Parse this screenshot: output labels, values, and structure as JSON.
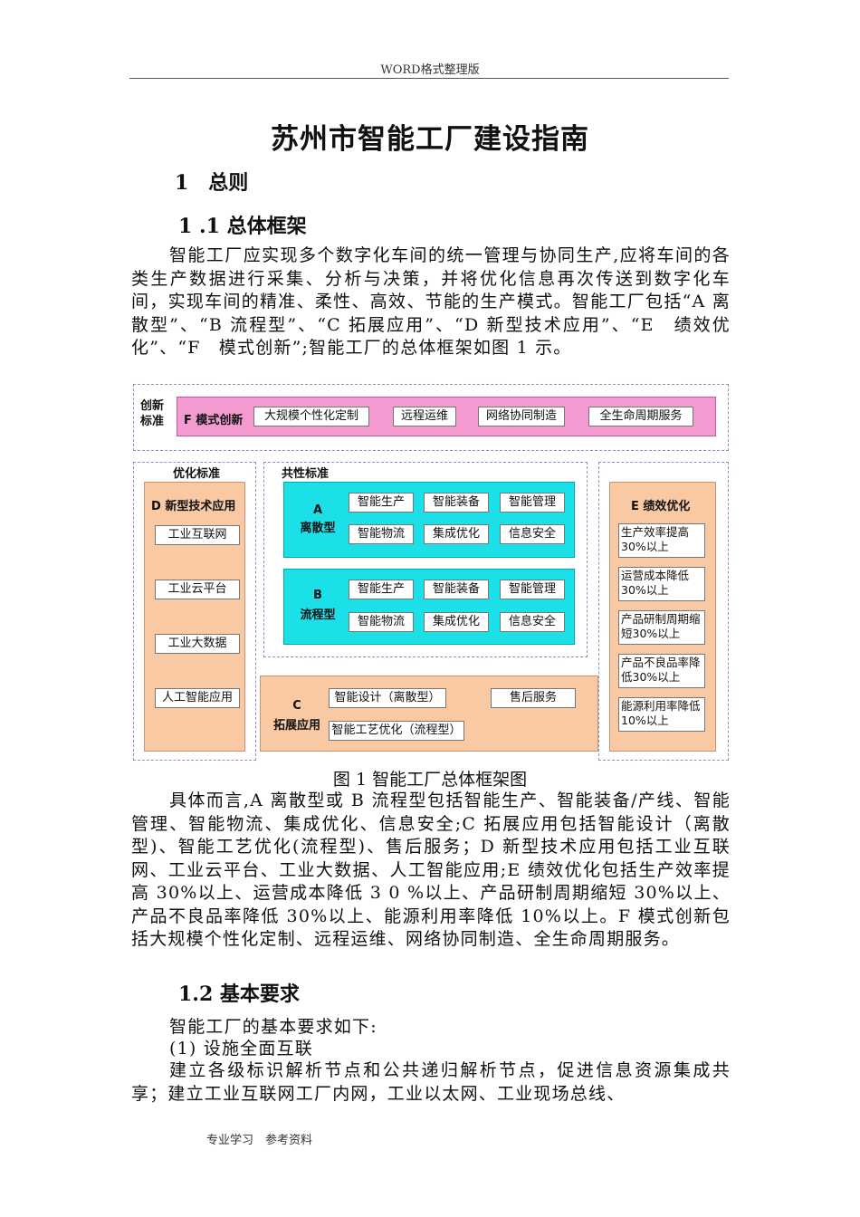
{
  "header": "WORD格式整理版",
  "title": "苏州市智能工厂建设指南",
  "section1": "1　总则",
  "section1_1": "1 .1 总体框架",
  "paragraph1": "智能工厂应实现多个数字化车间的统一管理与协同生产,应将车间的各类生产数据进行采集、分析与决策，并将优化信息再次传送到数字化车间，实现车间的精准、柔性、高效、节能的生产模式。智能工厂包括“A 离散型”、“B 流程型”、“C 拓展应用”、“D 新型技术应用”、“E　绩效优化”、“F　模式创新”;智能工厂的总体框架如图 1 示。",
  "diagram": {
    "innovation_std": "创新标准",
    "f_label": "F 模式创新",
    "f_items": [
      "大规模个性化定制",
      "远程运维",
      "网络协同制造",
      "全生命周期服务"
    ],
    "opt_std": "优化标准",
    "common_std": "共性标准",
    "d_label": "D 新型技术应用",
    "d_items": [
      "工业互联网",
      "工业云平台",
      "工业大数据",
      "人工智能应用"
    ],
    "a_label_1": "A",
    "a_label_2": "离散型",
    "a_items": [
      "智能生产",
      "智能装备",
      "智能管理",
      "智能物流",
      "集成优化",
      "信息安全"
    ],
    "b_label_1": "B",
    "b_label_2": "流程型",
    "b_items": [
      "智能生产",
      "智能装备",
      "智能管理",
      "智能物流",
      "集成优化",
      "信息安全"
    ],
    "c_label_1": "C",
    "c_label_2": "拓展应用",
    "c_items": [
      "智能设计（离散型）",
      "售后服务",
      "智能工艺优化（流程型）"
    ],
    "e_label": "E 绩效优化",
    "e_items": [
      "生产效率提高30%以上",
      "运营成本降低30%以上",
      "产品研制周期缩短30%以上",
      "产品不良品率降低30%以上",
      "能源利用率降低10%以上"
    ]
  },
  "caption": "图 1 智能工厂总体框架图",
  "paragraph2": "具体而言,A 离散型或 B 流程型包括智能生产、智能装备/产线、智能管理、智能物流、集成优化、信息安全;C 拓展应用包括智能设计（离散型)、智能工艺优化(流程型)、售后服务；D 新型技术应用包括工业互联网、工业云平台、工业大数据、人工智能应用;E 绩效优化包括生产效率提高 30%以上、运营成本降低 3 0 %以上、产品研制周期缩短 30%以上、产品不良品率降低 30%以上、能源利用率降低 10%以上。F 模式创新包括大规模个性化定制、远程运维、网络协同制造、全生命周期服务。",
  "section1_2": "1.2 基本要求",
  "paragraph3": "智能工厂的基本要求如下:",
  "item1": "(1) 设施全面互联",
  "paragraph4": "建立各级标识解析节点和公共递归解析节点，促进信息资源集成共享；建立工业互联网工厂内网，工业以太网、工业现场总线、",
  "footer": "专业学习　参考资料"
}
